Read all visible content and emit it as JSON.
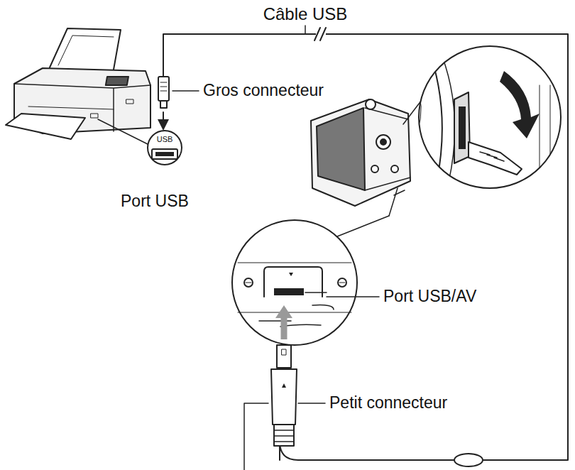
{
  "diagram": {
    "labels": [
      "Câble USB",
      "Gros connecteur",
      "USB",
      "Port USB",
      "Port USB/AV",
      "Petit connecteur"
    ]
  }
}
